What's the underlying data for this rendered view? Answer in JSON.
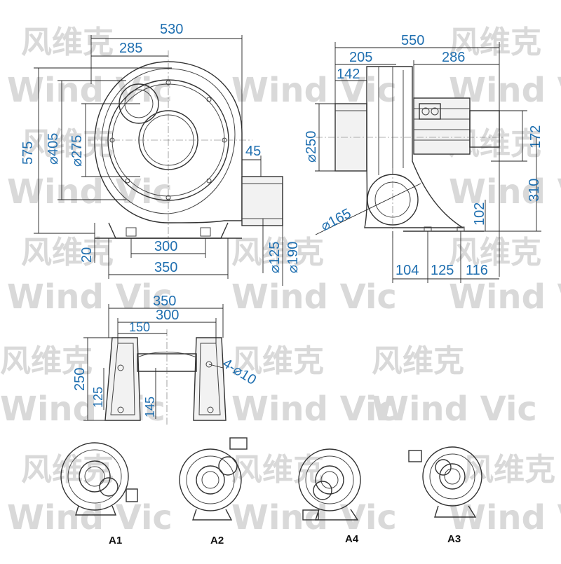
{
  "watermark": {
    "cn": "风维克",
    "en": "Wind Vic"
  },
  "front_view": {
    "width_total": "530",
    "width_half": "285",
    "height_total": "575",
    "dia_casing": "⌀405",
    "dia_inner": "⌀275",
    "outlet_len": "45",
    "base_height": "20",
    "base_hole_span": "300",
    "base_width": "350",
    "outlet_dia_inner": "⌀125",
    "outlet_dia_outer": "⌀190"
  },
  "side_view": {
    "width_total": "550",
    "width_a": "205",
    "width_b": "142",
    "width_motor": "286",
    "inlet_dia": "⌀250",
    "motor_height": "172",
    "center_height": "310",
    "outlet_dia": "⌀165",
    "outlet_center": "102",
    "base_a": "104",
    "base_b": "125",
    "base_c": "116"
  },
  "base_view": {
    "width_outer": "350",
    "width_holes": "300",
    "width_half": "150",
    "depth": "250",
    "depth_half": "125",
    "depth_mid": "145",
    "holes": "4-⌀10"
  },
  "orientations": [
    {
      "label": "A1"
    },
    {
      "label": "A2"
    },
    {
      "label": "A4"
    },
    {
      "label": "A3"
    }
  ]
}
